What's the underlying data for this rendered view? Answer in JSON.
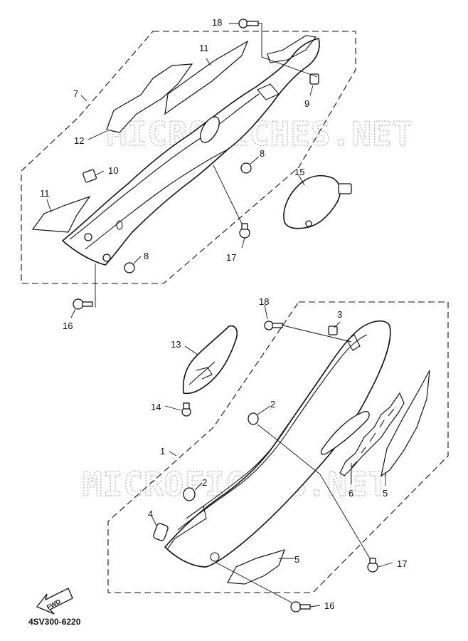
{
  "watermark": {
    "text": "MICROFICHES.NET"
  },
  "fwd_label": "FWD",
  "diagram_code": "4SV300-6220",
  "callouts": [
    "18",
    "11",
    "7",
    "9",
    "12",
    "8",
    "10",
    "15",
    "11",
    "17",
    "8",
    "16",
    "18",
    "3",
    "13",
    "14",
    "2",
    "1",
    "2",
    "6",
    "5",
    "4",
    "5",
    "17",
    "16"
  ]
}
